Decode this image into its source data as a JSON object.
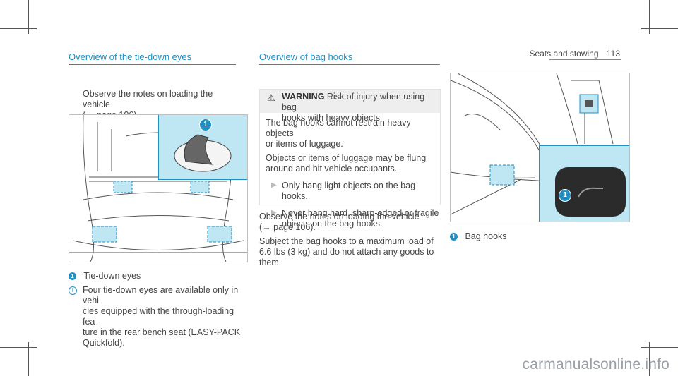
{
  "header": {
    "section": "Seats and stowing",
    "page_number": "113"
  },
  "left": {
    "heading": "Overview of the tie-down eyes",
    "intro_line1": "Observe the notes on loading the vehicle",
    "intro_line2": "(→ page 106).",
    "callout_number": "1",
    "legend_label": "Tie-down eyes",
    "note_lines": [
      "Four tie-down eyes are available only in vehi-",
      "cles equipped with the through-loading fea-",
      "ture in the rear bench seat (EASY-PACK",
      "Quickfold)."
    ]
  },
  "middle": {
    "heading": "Overview of bag hooks",
    "warning_title": "WARNING",
    "warning_line1": "Risk of injury when using bag",
    "warning_line2": "hooks with heavy objects",
    "para1": [
      "The bag hooks cannot restrain heavy objects",
      "or items of luggage."
    ],
    "para2": [
      "Objects or items of luggage may be flung",
      "around and hit vehicle occupants."
    ],
    "bullet1": [
      "Only hang light objects on the bag",
      "hooks."
    ],
    "bullet2": [
      "Never hang hard, sharp-edged or fragile",
      "objects on the bag hooks."
    ],
    "after": {
      "line1": "Observe the notes on loading the vehicle",
      "line2": "(→ page 106).",
      "line3": "Subject the bag hooks to a maximum load of",
      "line4": "6.6 lbs (3 kg) and do not attach any goods to",
      "line5": "them."
    }
  },
  "right": {
    "callout_number": "1",
    "legend_label": "Bag hooks"
  },
  "watermark": "carmanualsonline.info",
  "colors": {
    "accent": "#1f8fc4",
    "highlight": "#bfe6f3"
  }
}
